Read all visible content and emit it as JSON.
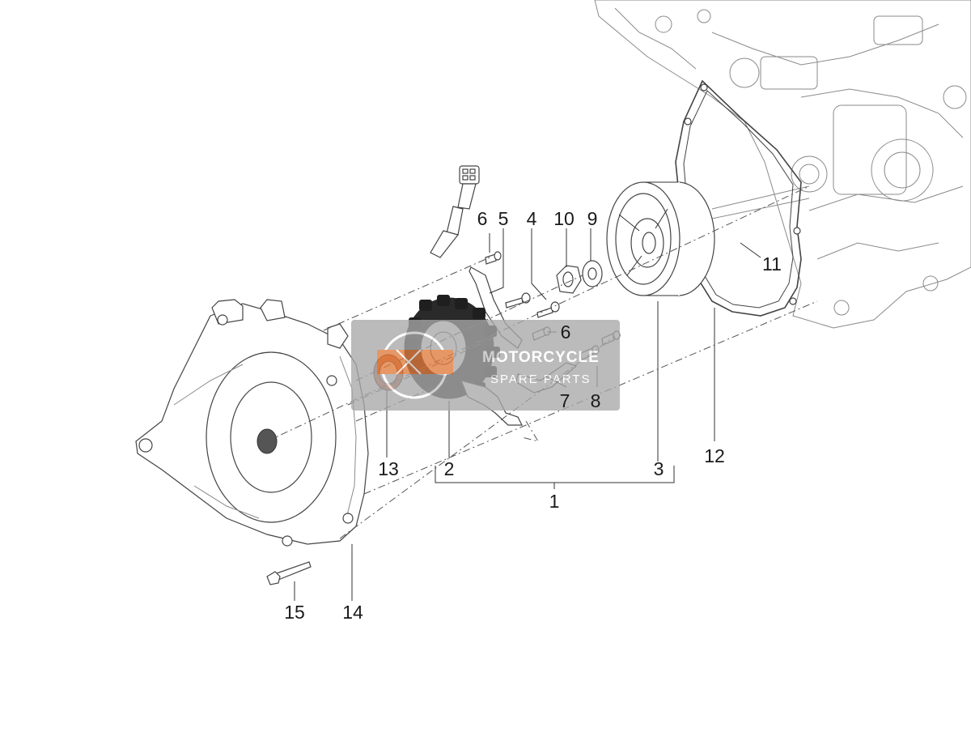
{
  "labels": {
    "p1": "1",
    "p2": "2",
    "p3": "3",
    "p4": "4",
    "p5": "5",
    "p6a": "6",
    "p6b": "6",
    "p7": "7",
    "p8": "8",
    "p9": "9",
    "p10": "10",
    "p11": "11",
    "p12": "12",
    "p13": "13",
    "p14": "14",
    "p15": "15"
  },
  "watermark": {
    "title": "MOTORCYCLE",
    "subtitle": "SPARE PARTS"
  },
  "colors": {
    "watermark_box": "#a8a8a8",
    "watermark_accent": "#e07a3c",
    "seal_ring": "#d2714a"
  }
}
